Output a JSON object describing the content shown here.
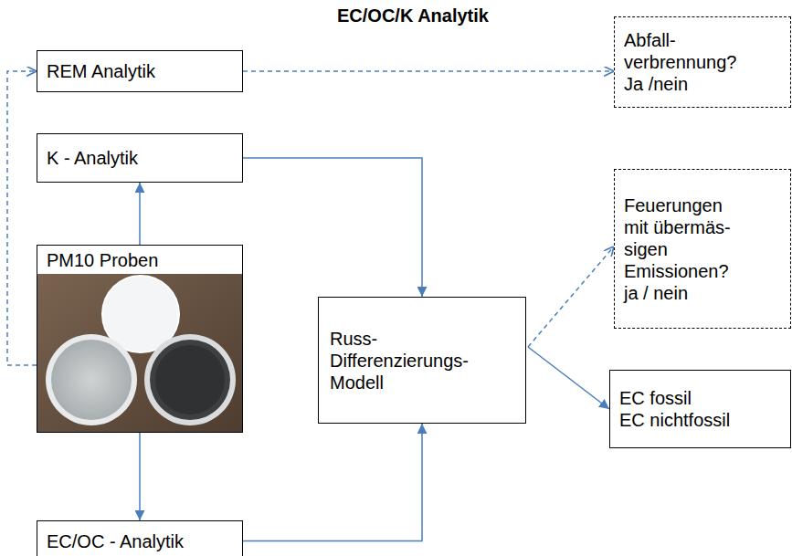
{
  "diagram": {
    "title": "EC/OC/K Analytik",
    "nodes": [
      {
        "text": [
          "REM Analytik"
        ]
      },
      {
        "text": [
          "Abfall- verbrennung?",
          "Ja /nein"
        ]
      },
      {
        "text": [
          "K - Analytik"
        ]
      },
      {
        "text": [
          "Feuerungen mit übermäs- sigen Emissionen?",
          "ja / nein"
        ]
      },
      {
        "text": [
          "PM10 Proben"
        ]
      },
      {
        "text": [
          "Russ- Differenzierungs- Modell"
        ]
      },
      {
        "text": [
          "EC fossil",
          "EC nichtfossil"
        ]
      },
      {
        "text": [
          "EC/OC - Analytik"
        ]
      }
    ],
    "edges": [
      {
        "from": 4,
        "to": 0,
        "arrow": "to"
      },
      {
        "from": 0,
        "to": 1,
        "arrow": "to"
      },
      {
        "from": 4,
        "to": 2,
        "arrow": "to"
      },
      {
        "from": 2,
        "to": 5,
        "arrow": "to"
      },
      {
        "from": 4,
        "to": 7,
        "arrow": "to"
      },
      {
        "from": 7,
        "to": 5,
        "arrow": "to"
      },
      {
        "from": 5,
        "to": 3,
        "arrow": "to"
      },
      {
        "from": 5,
        "to": 6,
        "arrow": "to"
      }
    ]
  }
}
